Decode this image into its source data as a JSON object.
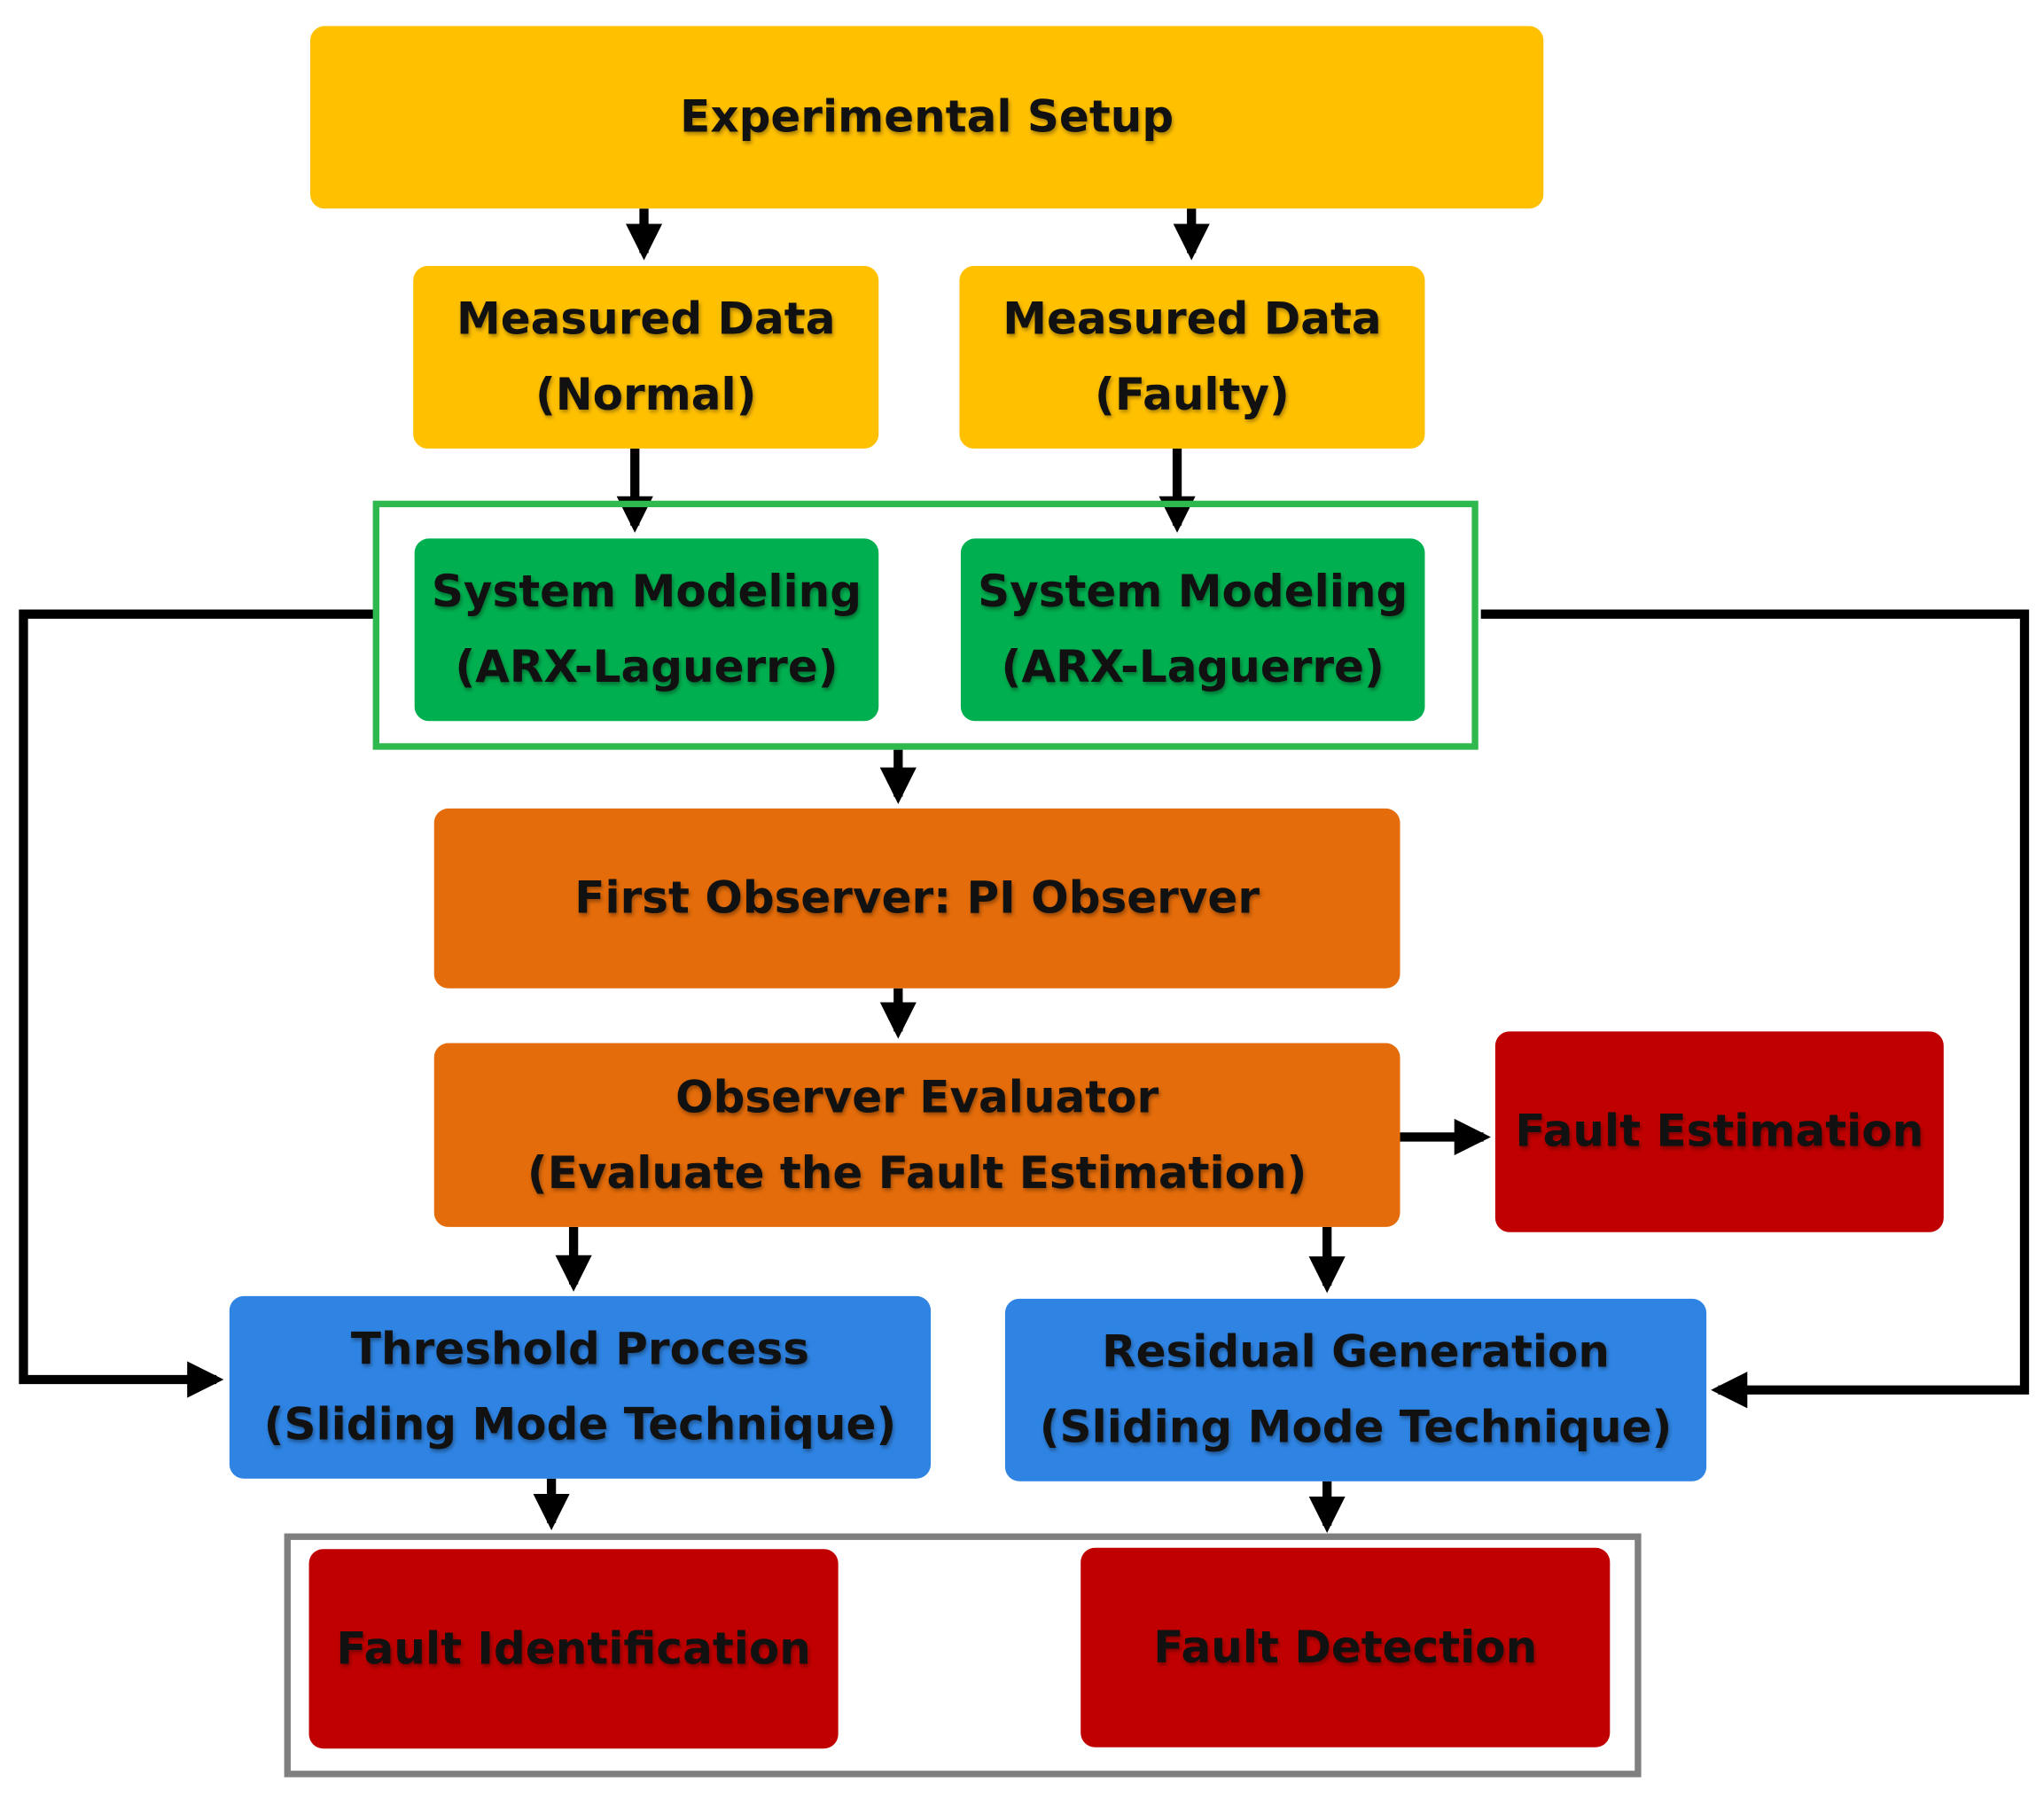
{
  "diagram": {
    "nodes": {
      "experimental_setup": {
        "label": "Experimental Setup"
      },
      "measured_normal": {
        "line1": "Measured Data",
        "line2": "(Normal)"
      },
      "measured_faulty": {
        "line1": "Measured Data",
        "line2": "(Faulty)"
      },
      "modeling_normal": {
        "line1": "System Modeling",
        "line2": "(ARX-Laguerre)"
      },
      "modeling_faulty": {
        "line1": "System Modeling",
        "line2": "(ARX-Laguerre)"
      },
      "first_observer": {
        "label": "First Observer: PI Observer"
      },
      "observer_evaluator": {
        "line1": "Observer Evaluator",
        "line2": "(Evaluate the Fault Estimation)"
      },
      "fault_estimation": {
        "label": "Fault Estimation"
      },
      "threshold_process": {
        "line1": "Threshold Process",
        "line2": "(Sliding Mode Technique)"
      },
      "residual_generation": {
        "line1": "Residual Generation",
        "line2": "(Sliding Mode Technique)"
      },
      "fault_identification": {
        "label": "Fault Identification"
      },
      "fault_detection": {
        "label": "Fault Detection"
      }
    },
    "colors": {
      "setup_yellow": "#ffc000",
      "modeling_green": "#00b050",
      "observer_orange": "#e46c0a",
      "result_red": "#c00000",
      "process_blue": "#2f84e3",
      "group_green_border": "#2eb84e",
      "group_gray_border": "#7f7f7f",
      "arrow": "#000000"
    },
    "edges": [
      {
        "from": "experimental_setup",
        "to": "measured_normal"
      },
      {
        "from": "experimental_setup",
        "to": "measured_faulty"
      },
      {
        "from": "measured_normal",
        "to": "modeling_normal"
      },
      {
        "from": "measured_faulty",
        "to": "modeling_faulty"
      },
      {
        "from": "modeling_group",
        "to": "first_observer"
      },
      {
        "from": "first_observer",
        "to": "observer_evaluator"
      },
      {
        "from": "observer_evaluator",
        "to": "fault_estimation"
      },
      {
        "from": "observer_evaluator",
        "to": "threshold_process"
      },
      {
        "from": "observer_evaluator",
        "to": "residual_generation"
      },
      {
        "from": "modeling_group",
        "to": "threshold_process"
      },
      {
        "from": "modeling_group",
        "to": "residual_generation"
      },
      {
        "from": "threshold_process",
        "to": "result_group"
      },
      {
        "from": "residual_generation",
        "to": "result_group"
      }
    ]
  }
}
